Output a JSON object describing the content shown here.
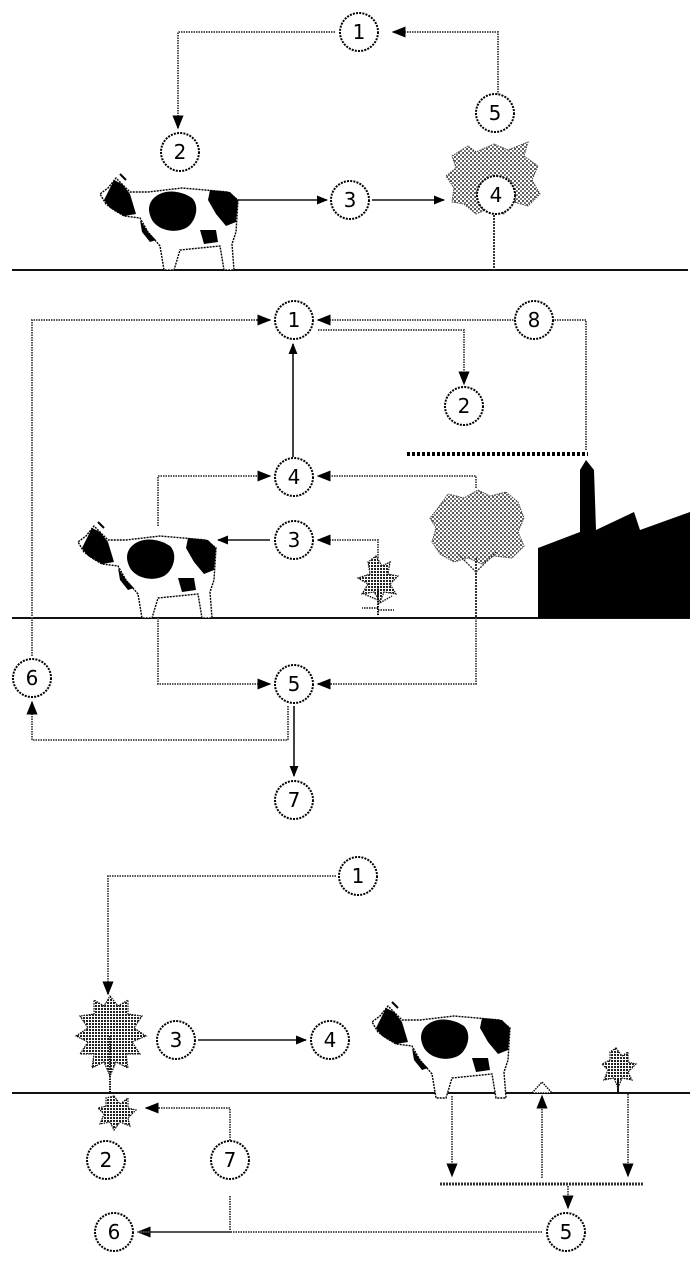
{
  "panels": [
    {
      "nodes": [
        {
          "id": "p1n1",
          "label": "1"
        },
        {
          "id": "p1n2",
          "label": "2"
        },
        {
          "id": "p1n3",
          "label": "3"
        },
        {
          "id": "p1n4",
          "label": "4"
        },
        {
          "id": "p1n5",
          "label": "5"
        }
      ]
    },
    {
      "nodes": [
        {
          "id": "p2n1",
          "label": "1"
        },
        {
          "id": "p2n2",
          "label": "2"
        },
        {
          "id": "p2n3",
          "label": "3"
        },
        {
          "id": "p2n4",
          "label": "4"
        },
        {
          "id": "p2n5",
          "label": "5"
        },
        {
          "id": "p2n6",
          "label": "6"
        },
        {
          "id": "p2n7",
          "label": "7"
        },
        {
          "id": "p2n8",
          "label": "8"
        }
      ]
    },
    {
      "nodes": [
        {
          "id": "p3n1",
          "label": "1"
        },
        {
          "id": "p3n2",
          "label": "2"
        },
        {
          "id": "p3n3",
          "label": "3"
        },
        {
          "id": "p3n4",
          "label": "4"
        },
        {
          "id": "p3n5",
          "label": "5"
        },
        {
          "id": "p3n6",
          "label": "6"
        },
        {
          "id": "p3n7",
          "label": "7"
        }
      ]
    }
  ],
  "colors": {
    "ink": "#000000",
    "background": "#ffffff",
    "foliage": "#9a9a9a"
  },
  "icons": [
    "cow-icon",
    "tree-icon",
    "plant-icon",
    "factory-icon"
  ]
}
